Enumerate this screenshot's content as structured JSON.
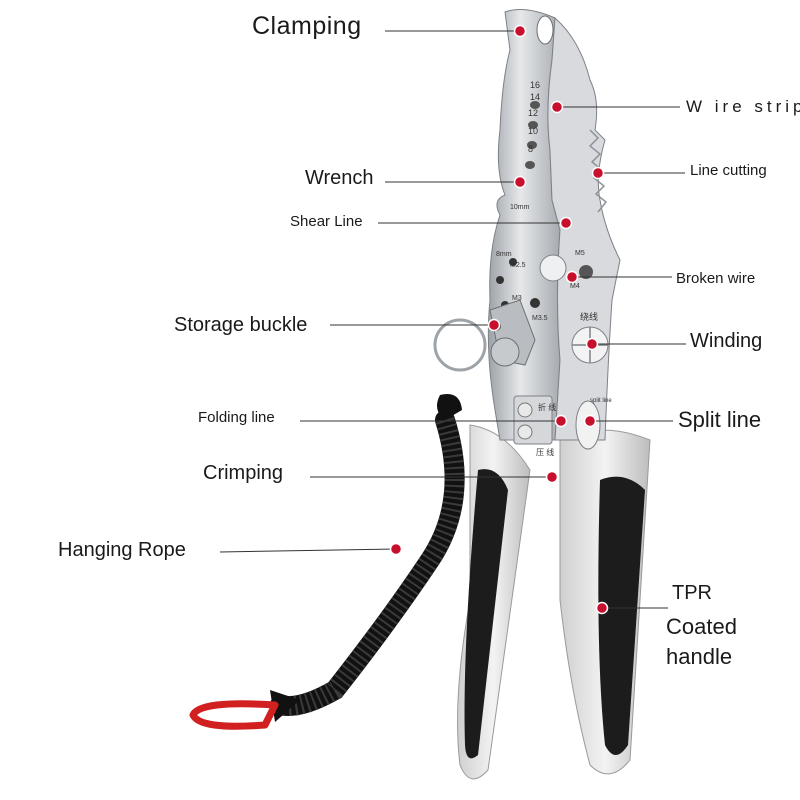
{
  "labels": {
    "clamping": "Clamping",
    "wire_stripping": "W ire stripp",
    "line_cutting": "Line cutting",
    "wrench": "Wrench",
    "shear_line": "Shear Line",
    "broken_wire": "Broken wire",
    "storage_buckle": "Storage buckle",
    "winding": "Winding",
    "folding_line": "Folding line",
    "split_line": "Split line",
    "crimping": "Crimping",
    "hanging_rope": "Hanging Rope",
    "tpr_line1": "TPR",
    "tpr_line2": "Coated",
    "tpr_line3": "handle"
  },
  "tool_markings": {
    "gauges": [
      "16",
      "14",
      "12",
      "10",
      "8"
    ],
    "size_10mm": "10mm",
    "size_8mm": "8mm",
    "m25": "M2.5",
    "m3": "M3",
    "m35": "M3.5",
    "m4": "M4",
    "m5": "M5",
    "winding_cn": "绕线",
    "split_line_small": "split line",
    "fold_cn": "折\n线",
    "crimp_cn": "压\n线"
  },
  "colors": {
    "marker": "#c8102e",
    "steel": "#c9ccd0",
    "grip_dark": "#1c1c1c",
    "grip_light": "#e3e3e3",
    "carabiner": "#d21f1f"
  }
}
